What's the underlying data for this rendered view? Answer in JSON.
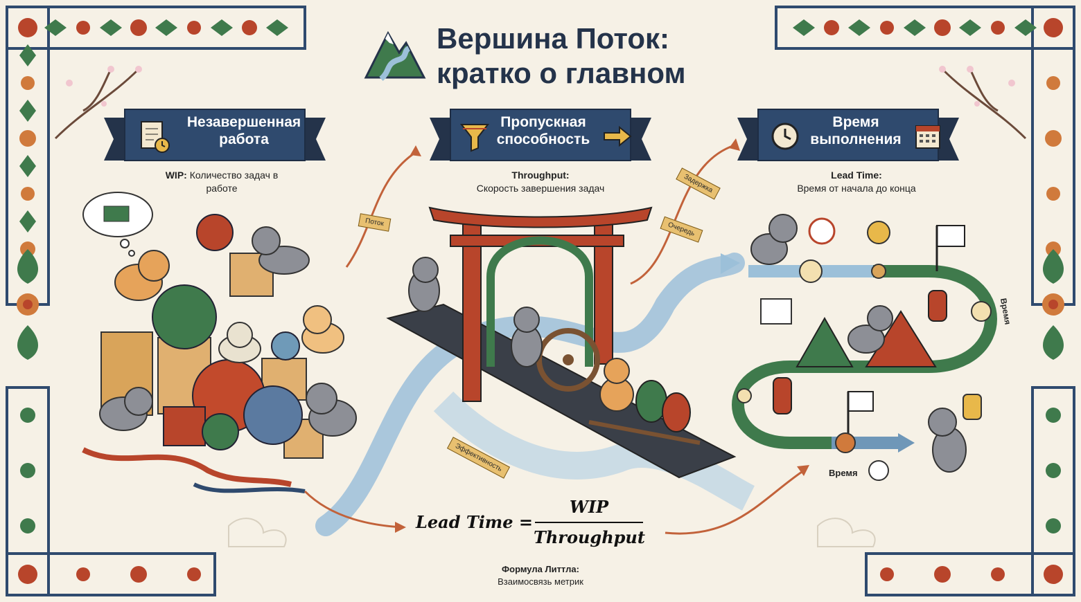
{
  "title": {
    "line1": "Вершина Поток:",
    "line2": "кратко о главном"
  },
  "sections": [
    {
      "banner": "Незавершенная работа",
      "term": "WIP:",
      "desc": "Количество задач в работе",
      "icon": "document-clock-icon"
    },
    {
      "banner": "Пропускная способность",
      "term": "Throughput:",
      "desc": "Скорость завершения задач",
      "icon": "funnel-arrow-icon"
    },
    {
      "banner": "Время выполнения",
      "term": "Lead Time:",
      "desc": "Время от начала до конца",
      "icon": "clock-calendar-icon"
    }
  ],
  "tags": {
    "flow": "Поток",
    "delay": "Задержка",
    "queue": "Очередь",
    "efficiency": "Эффективность",
    "time_vertical": "Время"
  },
  "time_label": "Время",
  "formula": {
    "lhs": "Lead Time =",
    "numerator": "WIP",
    "denominator": "Throughput",
    "caption_title": "Формула Литтла:",
    "caption_desc": "Взаимосвязь метрик"
  },
  "colors": {
    "navy": "#2f4a6e",
    "red": "#b8452b",
    "green": "#3f7a4c",
    "orange": "#d07a3c",
    "river": "#9cc0d9",
    "cream": "#f6f1e6"
  }
}
